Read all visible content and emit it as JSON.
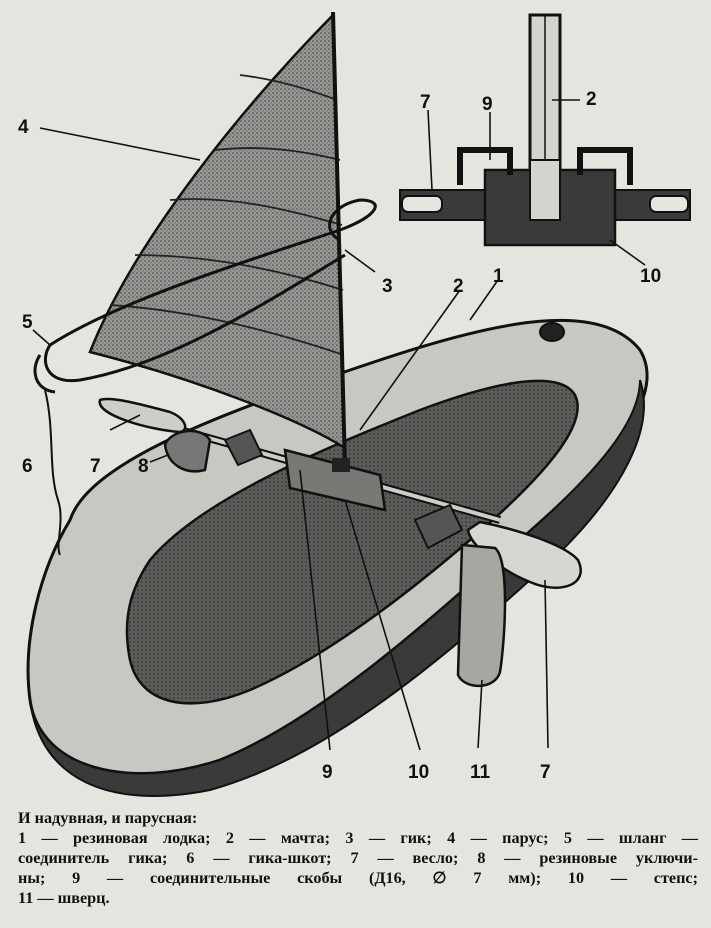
{
  "figure": {
    "labels": {
      "l1": "1",
      "l2": "2",
      "l3": "3",
      "l4": "4",
      "l5": "5",
      "l6": "6",
      "l7a": "7",
      "l7b": "7",
      "l8": "8",
      "l9": "9",
      "l10": "10",
      "l11": "11",
      "inset_2": "2",
      "inset_7": "7",
      "inset_9": "9",
      "inset_10": "10"
    }
  },
  "caption": {
    "title": "И надувная, и парусная:",
    "lines": [
      "1 — резиновая лодка; 2 — мачта; 3 — гик; 4 — парус; 5 — шланг —",
      "соединитель гика; 6 — гика-шкот; 7 — весло; 8 — резиновые уключи-",
      "ны; 9 — соединительные скобы (Д16, ∅ 7 мм); 10 — степс;",
      "11 — шверц."
    ]
  },
  "colors": {
    "ink": "#111111",
    "paper": "#e6e4de",
    "sail": "#8e8c88",
    "boat_inner": "#6f6d6a"
  }
}
